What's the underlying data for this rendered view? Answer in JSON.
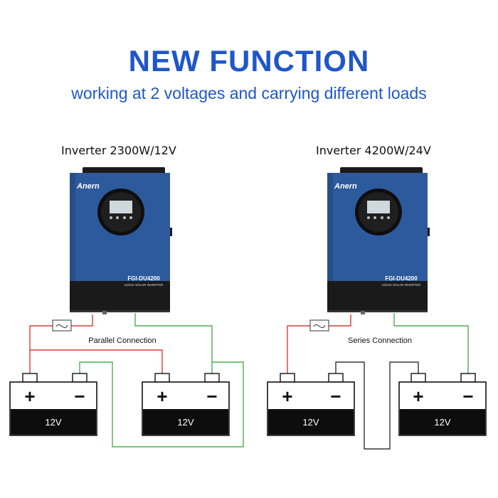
{
  "header": {
    "title": "NEW FUNCTION",
    "subtitle": "working at 2 voltages and carrying different loads"
  },
  "colors": {
    "brand_blue": "#1f57c8",
    "inverter_blue": "#2d5a9c",
    "positive_wire": "#e03a3a",
    "negative_wire": "#4caf50",
    "battery_black": "#0d0d0d"
  },
  "left": {
    "title": "Inverter 2300W/12V",
    "brand": "Anern",
    "model": "FGI-DU4200",
    "model_sub": "12/24V SOLAR INVERTER",
    "connection_label": "Parallel Connection",
    "batteries": [
      {
        "voltage": "12V",
        "plus": "+",
        "minus": "−"
      },
      {
        "voltage": "12V",
        "plus": "+",
        "minus": "−"
      }
    ]
  },
  "right": {
    "title": "Inverter 4200W/24V",
    "brand": "Anern",
    "model": "FGI-DU4200",
    "model_sub": "12/24V SOLAR INVERTER",
    "connection_label": "Series Connection",
    "batteries": [
      {
        "voltage": "12V",
        "plus": "+",
        "minus": "−"
      },
      {
        "voltage": "12V",
        "plus": "+",
        "minus": "−"
      }
    ]
  }
}
